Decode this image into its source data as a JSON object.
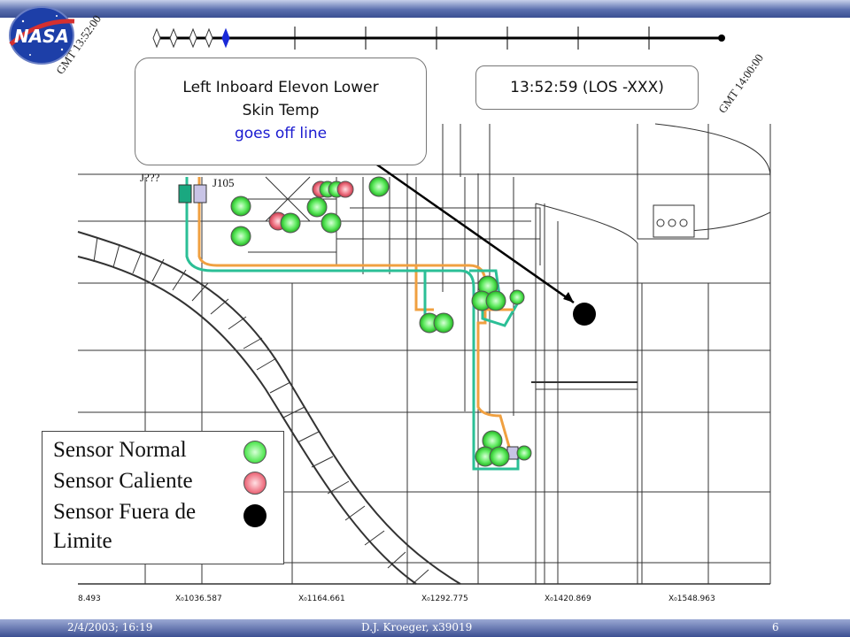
{
  "header": {
    "logo_text": "NASA",
    "gmt_start": "GMT 13:52:00",
    "gmt_end": "GMT 14:00:00"
  },
  "callout": {
    "line1": "Left Inboard Elevon Lower",
    "line2": "Skin Temp",
    "line3": "goes off line"
  },
  "time_box": {
    "label": "13:52:59 (LOS -XXX)"
  },
  "connectors": {
    "left": "J???",
    "right": "J105"
  },
  "x_axis_labels": [
    "8.493",
    "X₀1036.587",
    "X₀1164.661",
    "X₀1292.775",
    "X₀1420.869",
    "X₀1548.963"
  ],
  "legend": {
    "normal": "Sensor Normal",
    "hot": "Sensor Caliente",
    "out_line1": "Sensor Fuera de",
    "out_line2": "Limite"
  },
  "footer": {
    "date": "2/4/2003; 16:19",
    "author": "D.J. Kroeger, x39019",
    "page": "6"
  },
  "colors": {
    "sensor_normal": "#4ee84e",
    "sensor_hot": "#ee6f7d",
    "sensor_out": "#000000",
    "wire_teal": "#2bbf96",
    "wire_orange": "#f0a040",
    "accent_blue": "#1a1ad0"
  }
}
